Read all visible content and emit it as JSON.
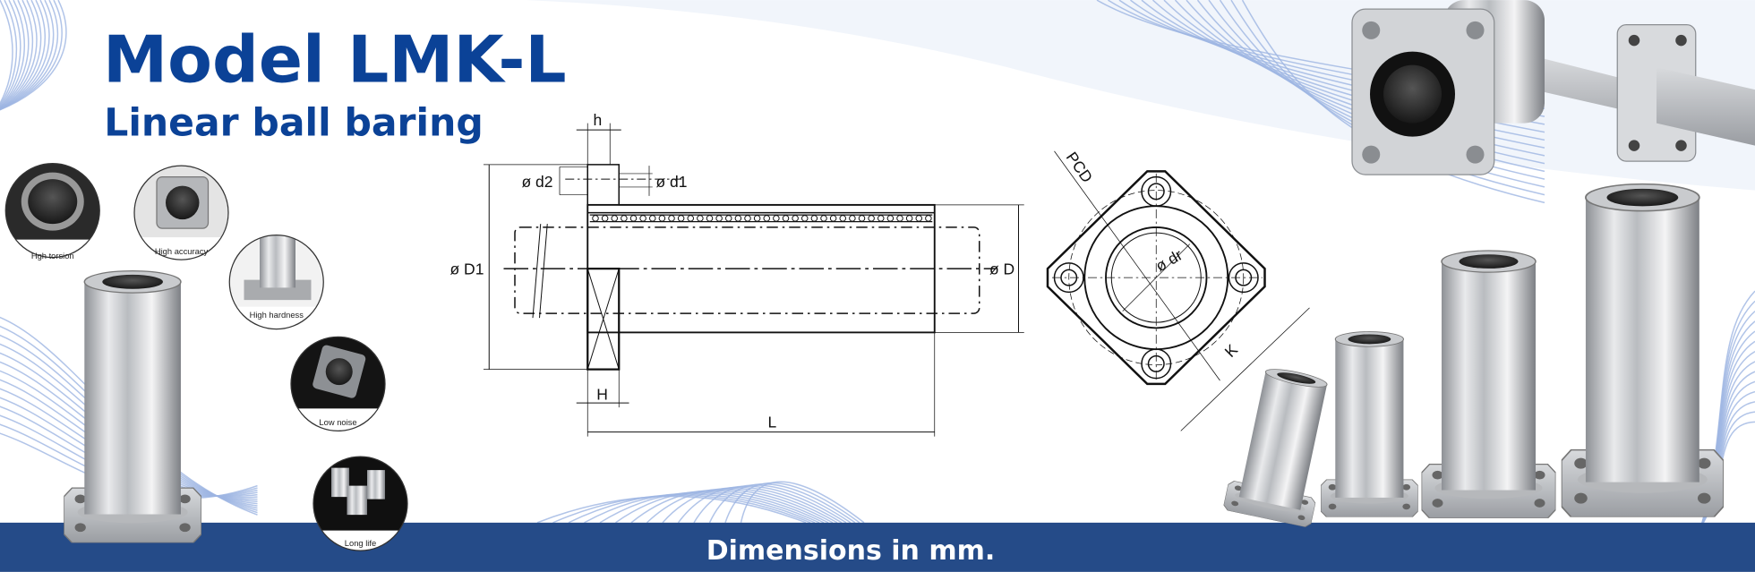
{
  "header": {
    "title": "Model LMK-L",
    "subtitle": "Linear ball baring"
  },
  "features": [
    {
      "label": "Hgh torsion"
    },
    {
      "label": "High accuracy"
    },
    {
      "label": "High hardness"
    },
    {
      "label": "Low noise"
    },
    {
      "label": "Long life"
    }
  ],
  "drawing": {
    "labels": {
      "h": "h",
      "d2": "ø d2",
      "d1": "ø d1",
      "D1": "ø D1",
      "D": "ø D",
      "H": "H",
      "L": "L",
      "PCD": "PCD",
      "dr": "ø dr",
      "K": "K"
    }
  },
  "footer": {
    "text": "Dimensions in mm."
  },
  "colors": {
    "brand_blue": "#0b4297",
    "footer_bar": "#254b88",
    "accent_blue": "#a9cdf0"
  }
}
